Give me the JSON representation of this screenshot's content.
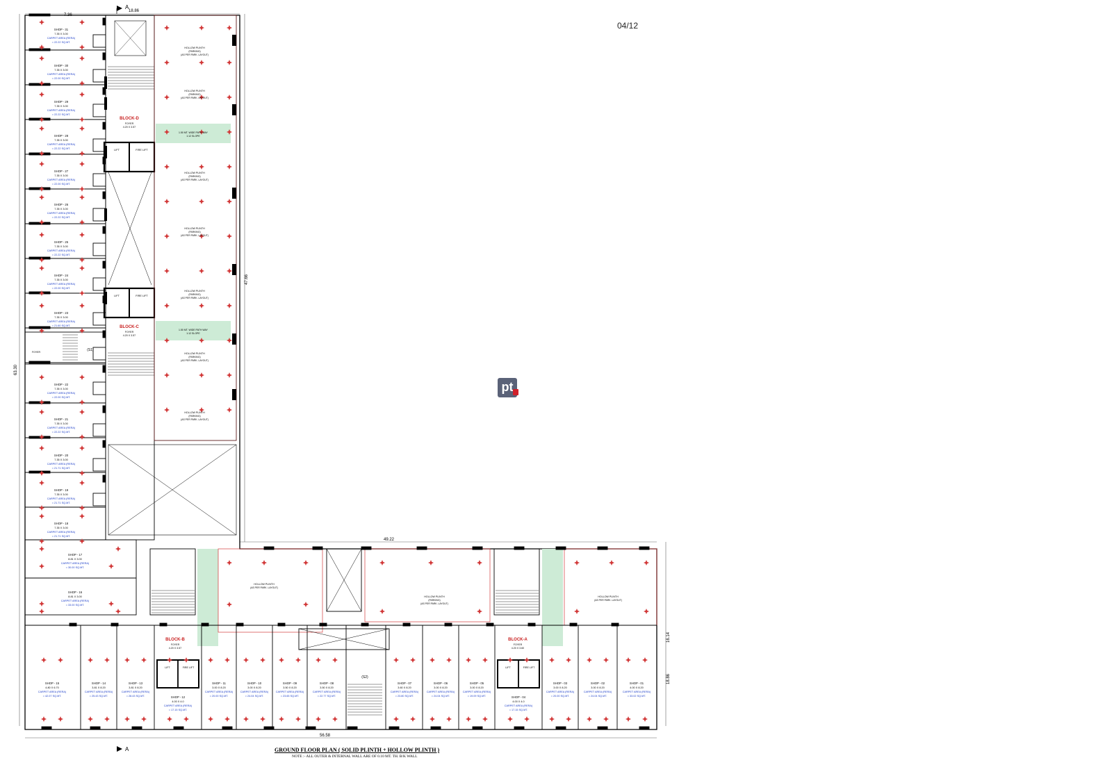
{
  "sheet_number": "04/12",
  "title": "GROUND FLOOR PLAN ( SOLID PLINTH + HOLLOW PLINTH )",
  "note": "NOTE :- ALL OUTER & INTERNAL WALL ARE OF 0.10 MT. TH. B/K WALL",
  "badge": "pt",
  "dimensions": {
    "top_width": "18.86",
    "top_left": "7.36",
    "left_height": "63.30",
    "right_inner": "47.66",
    "wing_width": "49.22",
    "bottom_width": "56.58",
    "right_height": "16.14",
    "right_lower": "18.86"
  },
  "section_marker": "A",
  "blocks": [
    {
      "name": "BLOCK-D",
      "label": "FOYER",
      "size": "4.20 X 3.57"
    },
    {
      "name": "BLOCK-C",
      "label": "FOYER",
      "size": "4.20 X 3.57"
    },
    {
      "name": "BLOCK-B",
      "label": "FOYER",
      "size": "4.20 X 3.57"
    },
    {
      "name": "BLOCK-A",
      "label": "FOYER",
      "size": "4.20 X 3.60"
    }
  ],
  "hollow_plinth": {
    "label": "HOLLOW PLINTH",
    "sub": "(PARKING)",
    "sub2": "(AS PER PARK. LAYOUT)"
  },
  "pathway_label": "1.50 MT. WIDE PATH WAY",
  "pathway_slope": "1:12 SLOPE",
  "lift_label": "LIFT",
  "fire_lift_label": "FIRE LIFT",
  "carpet_label": "CARPET AREA (RERA)",
  "left_shops": [
    {
      "name": "SHOP - 31",
      "size": "7.35 X 3.00",
      "area": "= 22.22 SQ.MT."
    },
    {
      "name": "SHOP - 30",
      "size": "7.35 X 3.00",
      "area": "= 22.00 SQ.MT."
    },
    {
      "name": "SHOP - 29",
      "size": "7.35 X 3.00",
      "area": "= 22.22 SQ.MT."
    },
    {
      "name": "SHOP - 28",
      "size": "7.35 X 3.00",
      "area": "= 22.22 SQ.MT."
    },
    {
      "name": "SHOP - 27",
      "size": "7.35 X 3.00",
      "area": "= 22.00 SQ.MT."
    },
    {
      "name": "SHOP - 26",
      "size": "7.35 X 3.00",
      "area": "= 22.22 SQ.MT."
    },
    {
      "name": "SHOP - 25",
      "size": "7.35 X 3.00",
      "area": "= 22.22 SQ.MT."
    },
    {
      "name": "SHOP - 24",
      "size": "7.35 X 3.00",
      "area": "= 22.00 SQ.MT."
    },
    {
      "name": "SHOP - 23",
      "size": "7.35 X 3.00",
      "area": "= 21.60 SQ.MT."
    },
    {
      "name": "SHOP - 22",
      "size": "7.35 X 3.00",
      "area": "= 22.00 SQ.MT."
    },
    {
      "name": "SHOP - 21",
      "size": "7.35 X 3.00",
      "area": "= 22.22 SQ.MT."
    },
    {
      "name": "SHOP - 20",
      "size": "7.35 X 3.00",
      "area": "= 21.71 SQ.MT."
    },
    {
      "name": "SHOP - 19",
      "size": "7.35 X 3.00",
      "area": "= 21.71 SQ.MT."
    },
    {
      "name": "SHOP - 18",
      "size": "7.35 X 3.00",
      "area": "= 21.71 SQ.MT."
    }
  ],
  "mid_shops": [
    {
      "name": "SHOP - 17",
      "size": "8.81 X 3.00",
      "area": "= 30.00 SQ.MT."
    },
    {
      "name": "SHOP - 16",
      "size": "8.81 X 3.00",
      "area": "= 33.00 SQ.MT."
    }
  ],
  "bottom_shops": [
    {
      "name": "SHOP - 15",
      "size": "4.80 X 6.70",
      "area": "= 42.07 SQ.MT."
    },
    {
      "name": "SHOP - 14",
      "size": "3.81 X 8.20",
      "area": "= 25.43 SQ.MT."
    },
    {
      "name": "SHOP - 13",
      "size": "3.81 X 8.20",
      "area": "= 28.43 SQ.MT."
    },
    {
      "name": "SHOP - 12",
      "size": "4.00 X 4.0",
      "area": "= 17.15 SQ.MT."
    },
    {
      "name": "SHOP - 11",
      "size": "3.00 X 8.20",
      "area": "= 20.00 SQ.MT."
    },
    {
      "name": "SHOP - 10",
      "size": "3.00 X 8.20",
      "area": "= 24.04 SQ.MT."
    },
    {
      "name": "SHOP - 09",
      "size": "3.50 X 8.20",
      "area": "= 23.65 SQ.MT."
    },
    {
      "name": "SHOP - 08",
      "size": "3.50 X 8.20",
      "area": "= 22.77 SQ.MT."
    },
    {
      "name": "SHOP - 07",
      "size": "3.60 X 8.20",
      "area": "= 23.80 SQ.MT."
    },
    {
      "name": "SHOP - 06",
      "size": "3.00 X 8.20",
      "area": "= 24.04 SQ.MT."
    },
    {
      "name": "SHOP - 05",
      "size": "3.00 X 8.20",
      "area": "= 19.09 SQ.MT."
    },
    {
      "name": "SHOP - 04",
      "size": "4.00 X 4.0",
      "area": "= 17.15 SQ.MT."
    },
    {
      "name": "SHOP - 03",
      "size": "3.00 X 8.20",
      "area": "= 20.00 SQ.MT."
    },
    {
      "name": "SHOP - 02",
      "size": "3.00 X 8.20",
      "area": "= 24.04 SQ.MT."
    },
    {
      "name": "SHOP - 01",
      "size": "4.00 X 8.20",
      "area": "= 33.02 SQ.MT."
    }
  ]
}
